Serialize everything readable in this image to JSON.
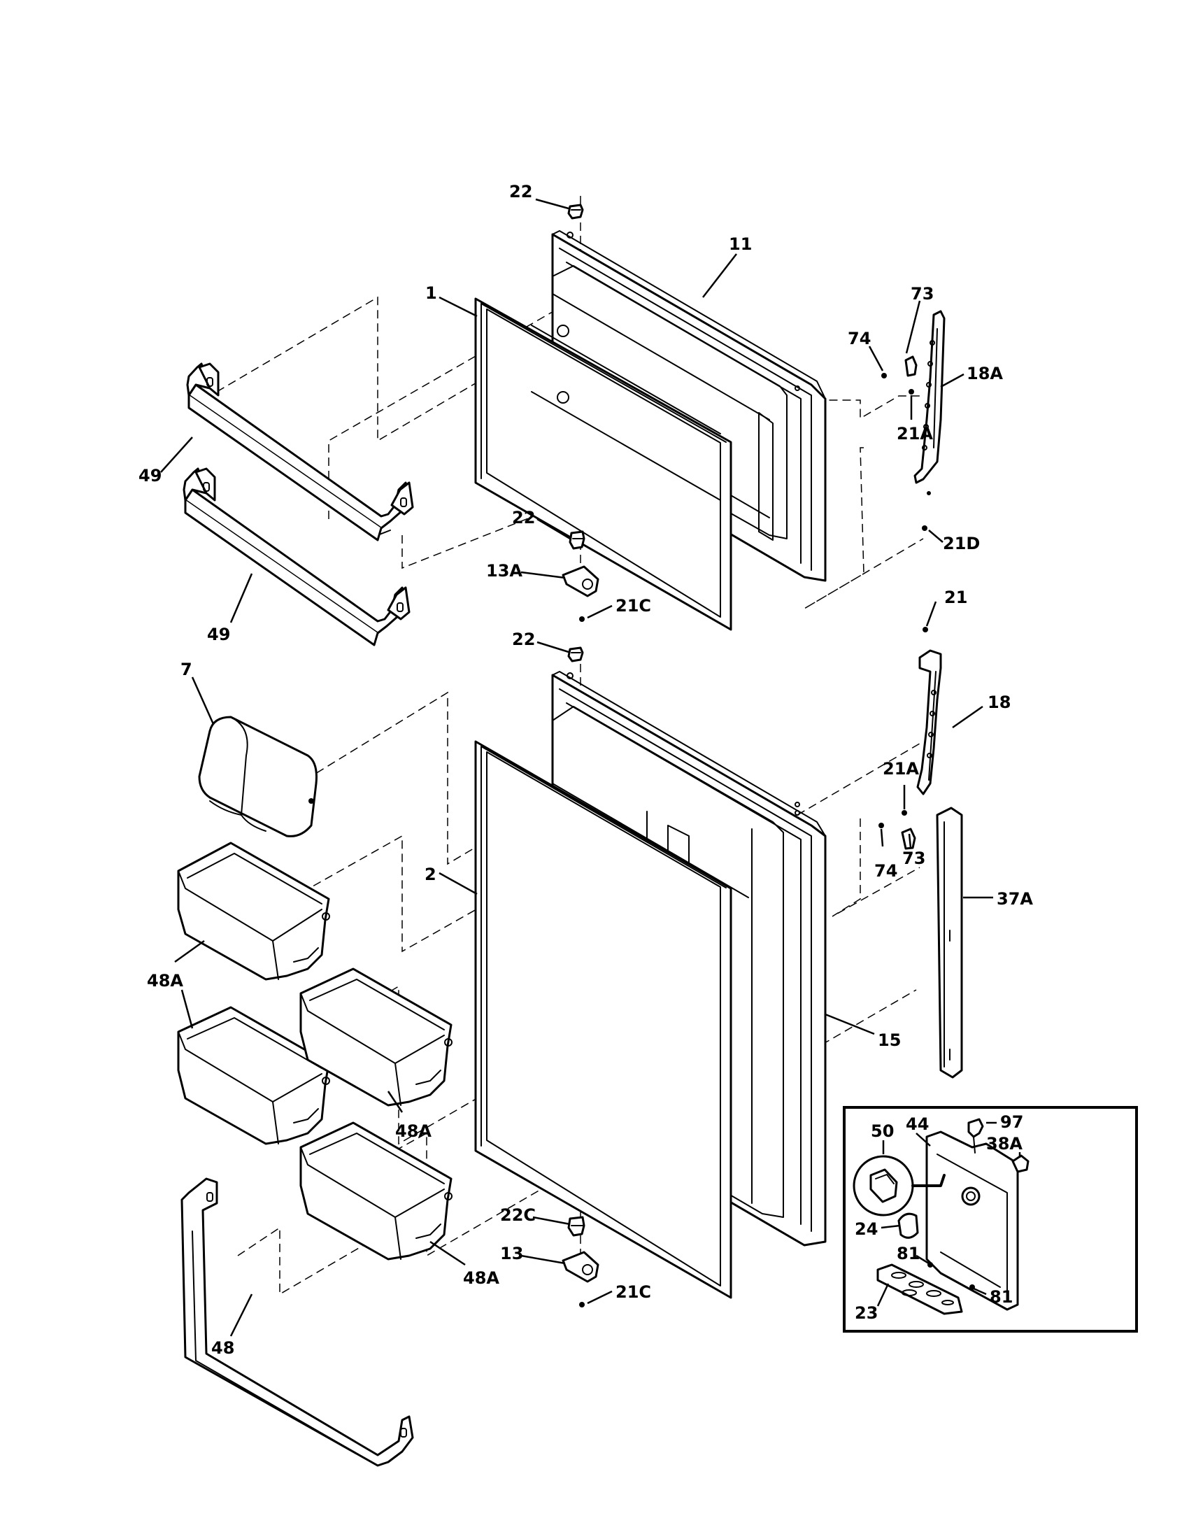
{
  "labels": {
    "l22_top": "22",
    "l11": "11",
    "l1": "1",
    "l73_top": "73",
    "l74_top": "74",
    "l18A": "18A",
    "l21A_top": "21A",
    "l49_top": "49",
    "l21D": "21D",
    "l22_mid": "22",
    "l13A": "13A",
    "l21C_top": "21C",
    "l49_bottom": "49",
    "l21": "21",
    "l22_lower": "22",
    "l7": "7",
    "l18": "18",
    "l21A_bottom": "21A",
    "l73_bottom": "73",
    "l74_bottom": "74",
    "l2": "2",
    "l37A": "37A",
    "l48A_left": "48A",
    "l15": "15",
    "l48A_middle": "48A",
    "l50": "50",
    "l44": "44",
    "l97": "97",
    "l38A": "38A",
    "l22C": "22C",
    "l24": "24",
    "l13": "13",
    "l48A_lower": "48A",
    "l81_left": "81",
    "l21C_bottom": "21C",
    "l81_right": "81",
    "l48": "48",
    "l23": "23"
  }
}
